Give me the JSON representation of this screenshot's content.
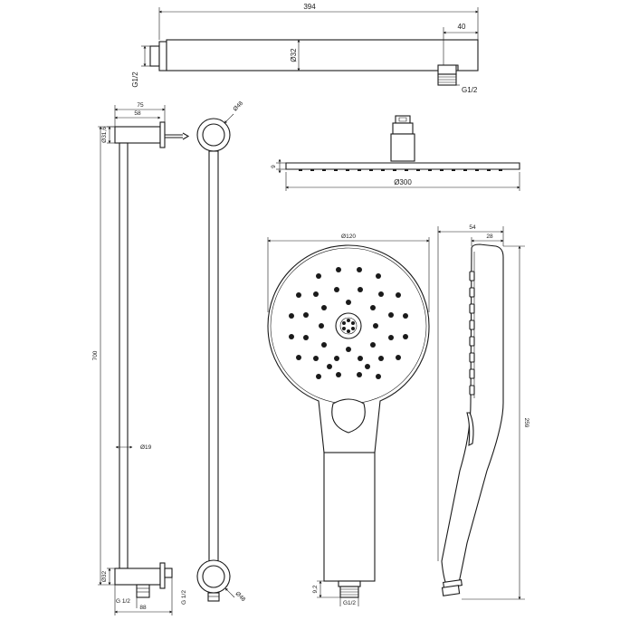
{
  "dims": {
    "arm_length": "394",
    "arm_tip": "40",
    "arm_dia": "Ø32",
    "arm_thread_left": "G1/2",
    "arm_thread_right": "G1/2",
    "bracket_w1": "75",
    "bracket_w2": "58",
    "bracket_dia": "Ø31,6",
    "bracket_round": "Ø48",
    "rail_height": "700",
    "rail_dia": "Ø19",
    "outlet_dia": "Ø32",
    "outlet_thread": "G 1/2",
    "outlet_thread2": "G 1/2",
    "outlet_w": "88",
    "outlet_round": "Ø48",
    "head_height": "9",
    "head_dia": "Ø300",
    "hand_dia": "Ø120",
    "hand_thread": "G1/2",
    "hand_thread_len": "9,2",
    "side_w1": "54",
    "side_w2": "28",
    "side_len": "259"
  }
}
